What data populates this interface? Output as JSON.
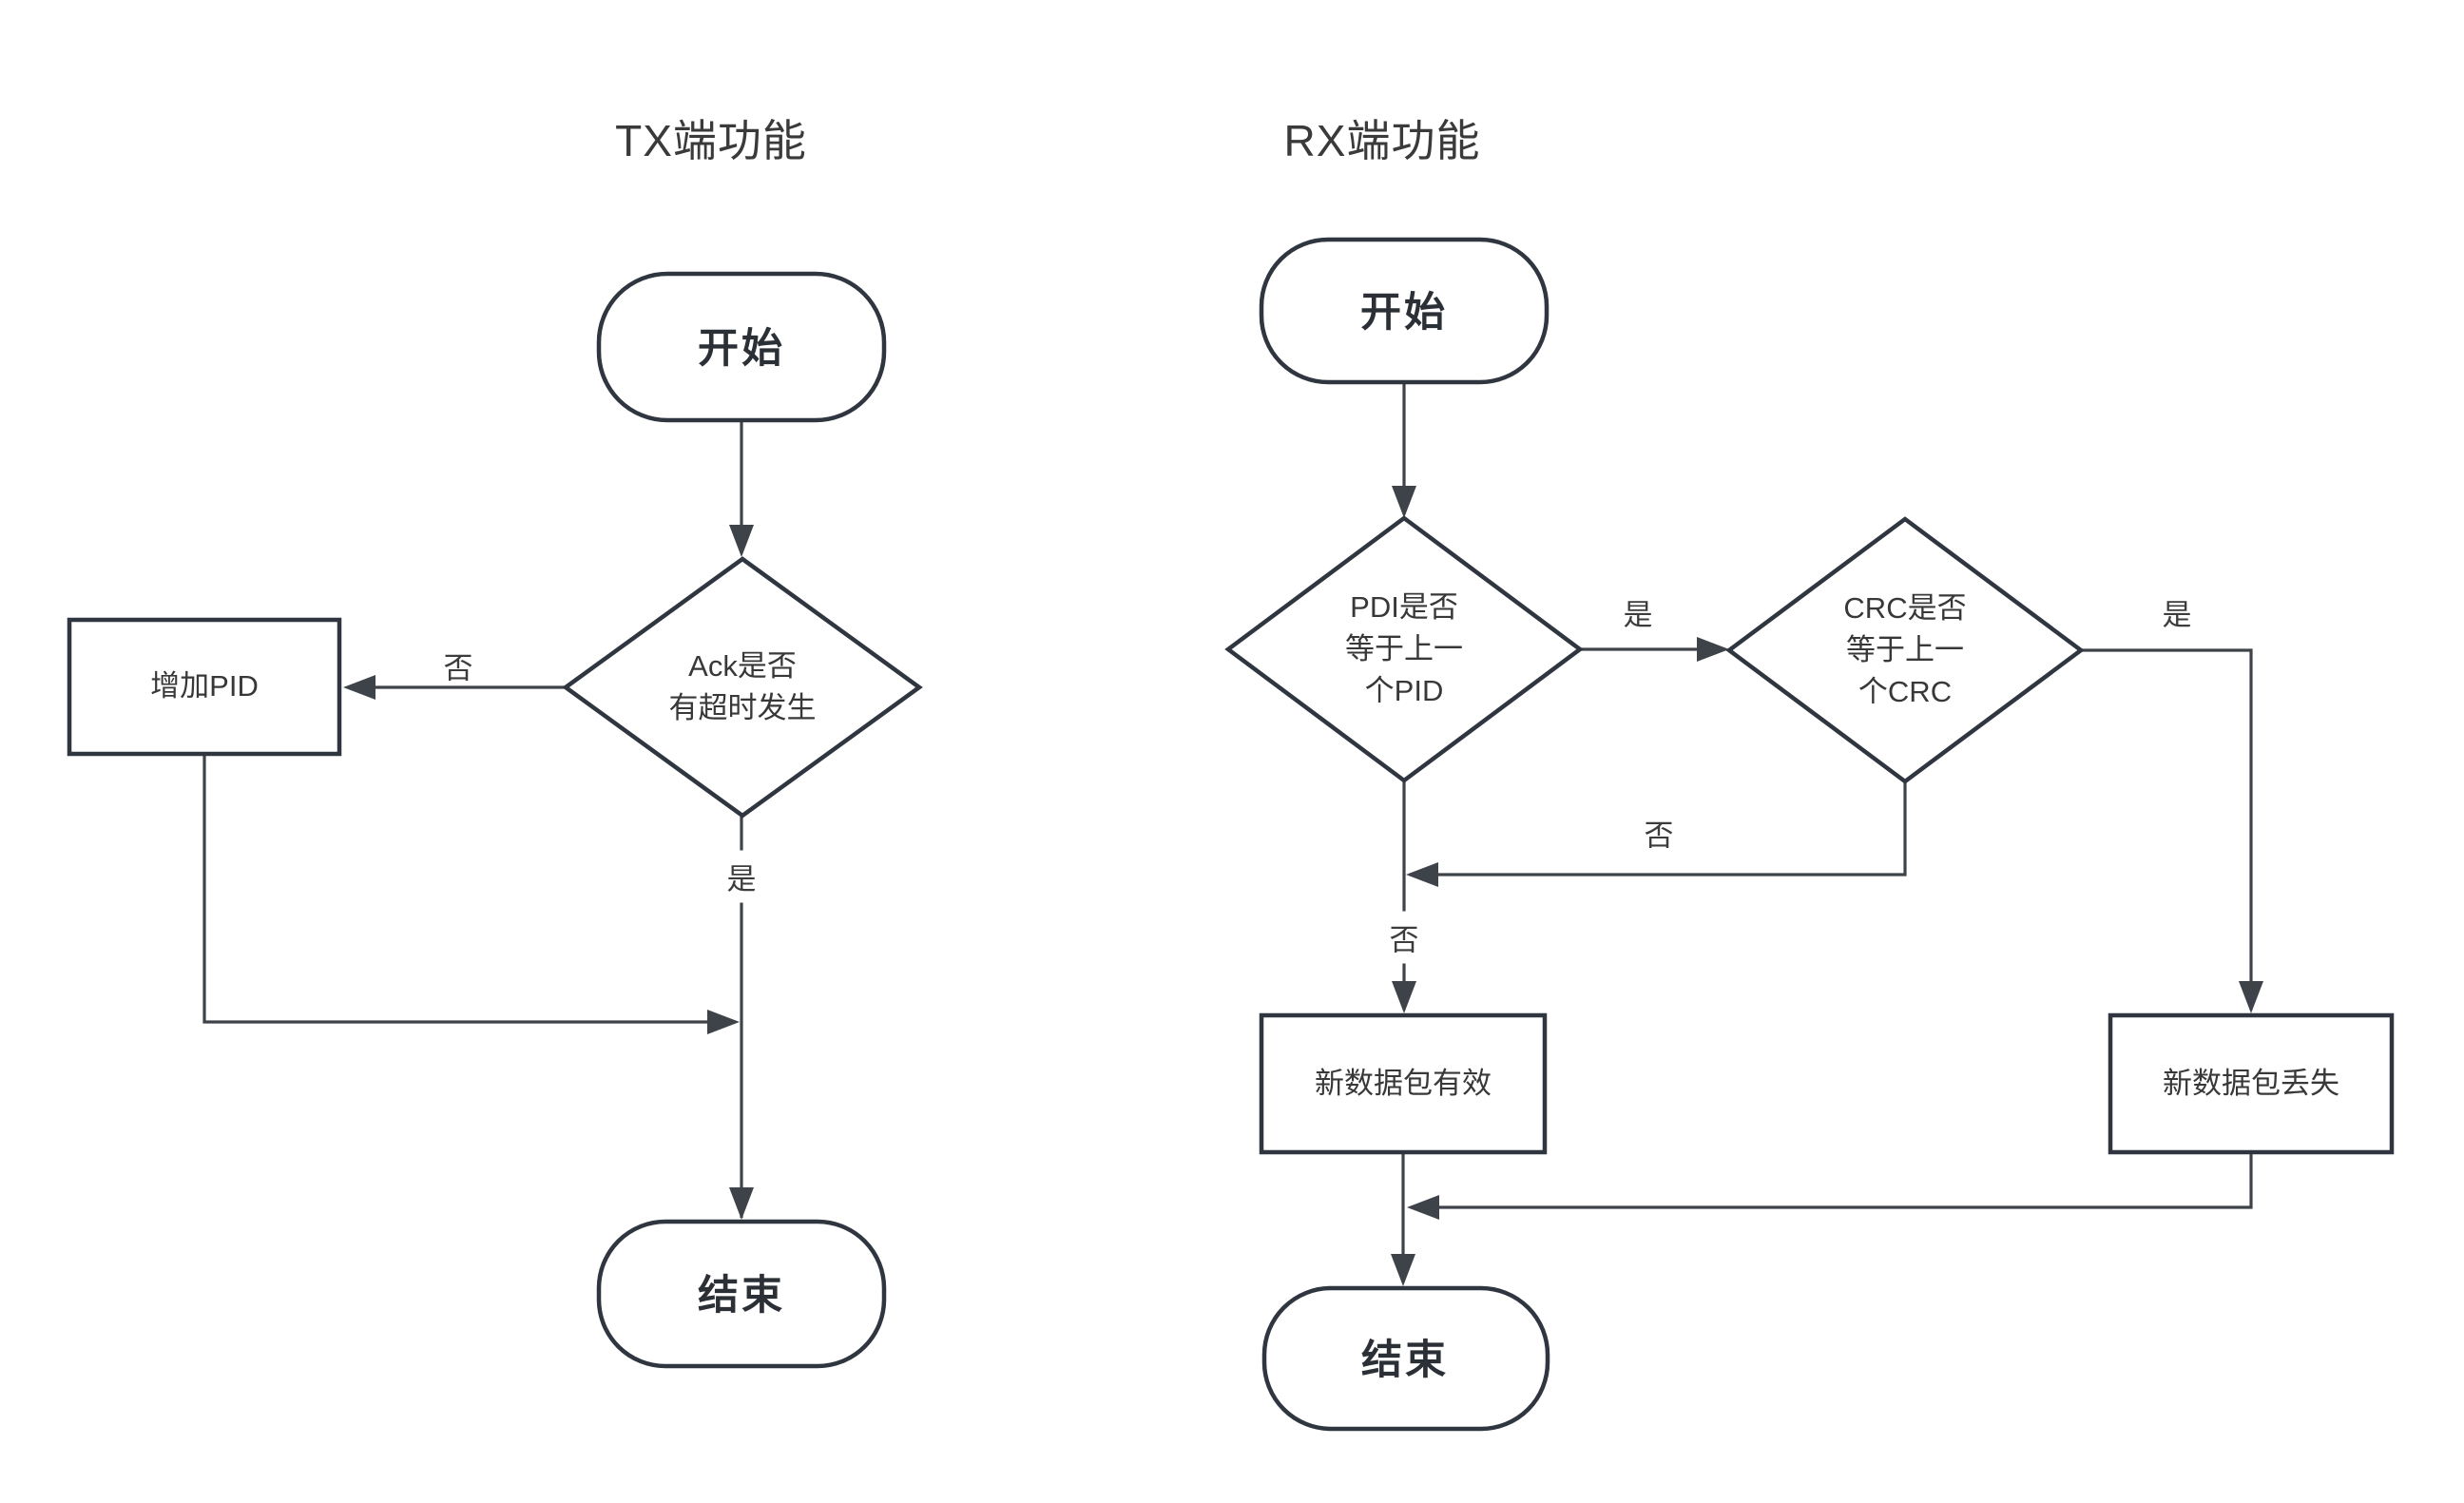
{
  "titles": {
    "tx": "TX端功能",
    "rx": "RX端功能"
  },
  "tx": {
    "start": "开始",
    "decision": "Ack是否\n有超时发生",
    "no": "否",
    "yes": "是",
    "process": "增加PID",
    "end": "结束"
  },
  "rx": {
    "start": "开始",
    "decision_pid": "PDI是否\n等于上一\n个PID",
    "decision_crc": "CRC是否\n等于上一\n个CRC",
    "yes_pid": "是",
    "yes_crc": "是",
    "no_crc": "否",
    "no_pid": "否",
    "valid": "新数据包有效",
    "lost": "新数据包丢失",
    "end": "结束"
  },
  "colors": {
    "background": "#ffffff",
    "node_border": "#2f3640",
    "connector": "#3e434a",
    "text": "#333333"
  }
}
